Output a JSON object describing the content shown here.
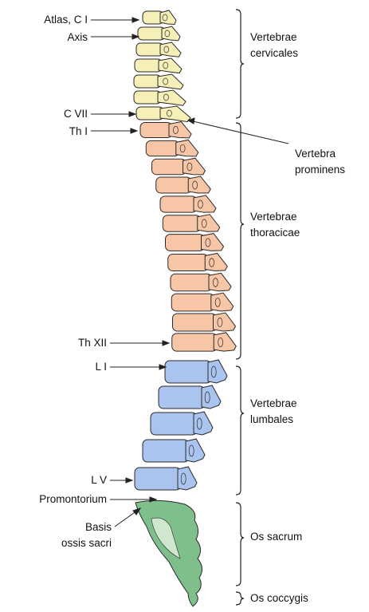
{
  "labels_left": {
    "atlas": "Atlas, C I",
    "axis": "Axis",
    "c7": "C VII",
    "th1": "Th I",
    "th12": "Th XII",
    "l1": "L I",
    "l5": "L V",
    "promontorium": "Promontorium",
    "basis_line1": "Basis",
    "basis_line2": "ossis sacri"
  },
  "labels_right": {
    "cervicales_line1": "Vertebrae",
    "cervicales_line2": "cervicales",
    "prominens_line1": "Vertebra",
    "prominens_line2": "prominens",
    "thoracicae_line1": "Vertebrae",
    "thoracicae_line2": "thoracicae",
    "lumbales_line1": "Vertebrae",
    "lumbales_line2": "lumbales",
    "sacrum": "Os sacrum",
    "coccygis": "Os coccygis"
  },
  "colors": {
    "cervical": "#f6f0b8",
    "thoracic": "#f6c6a6",
    "lumbar": "#a9c4ee",
    "sacrum": "#7fbf8c",
    "sacrum_light": "#cfe6cf",
    "outline": "#2a2a2a"
  }
}
